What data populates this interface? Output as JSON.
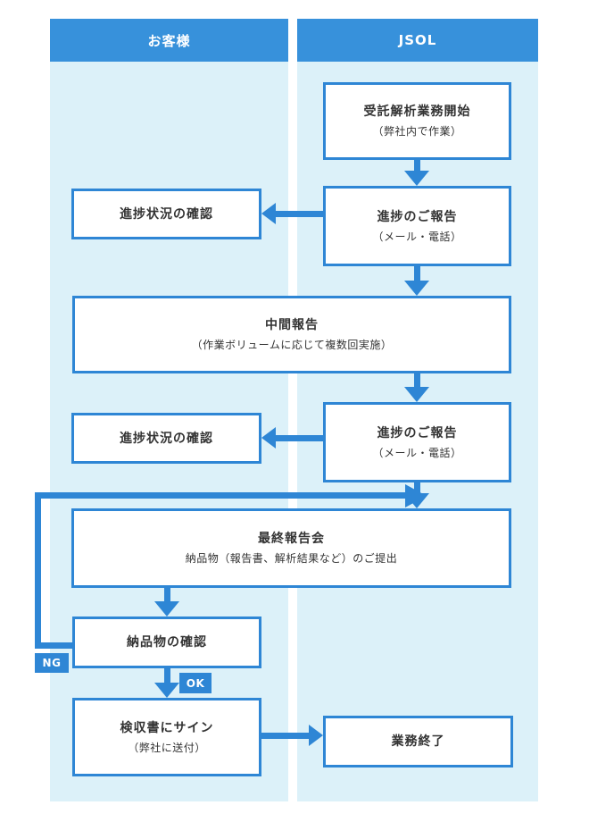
{
  "colors": {
    "header_bg": "#3791DB",
    "column_bg": "#DCF1F9",
    "accent": "#2E86D5",
    "box_bg": "#FFFFFF",
    "text": "#333333",
    "badge_text": "#FFFFFF"
  },
  "columns": {
    "customer": {
      "title": "お客様"
    },
    "jsol": {
      "title": "JSOL"
    }
  },
  "boxes": {
    "start": {
      "title": "受託解析業務開始",
      "subtitle": "（弊社内で作業）"
    },
    "progress_report_1": {
      "title": "進捗のご報告",
      "subtitle": "（メール・電話）"
    },
    "progress_check_1": {
      "title": "進捗状況の確認"
    },
    "interim_report": {
      "title": "中間報告",
      "subtitle": "（作業ボリュームに応じて複数回実施）"
    },
    "progress_report_2": {
      "title": "進捗のご報告",
      "subtitle": "（メール・電話）"
    },
    "progress_check_2": {
      "title": "進捗状況の確認"
    },
    "final_report": {
      "title": "最終報告会",
      "subtitle": "納品物（報告書、解析結果など）のご提出"
    },
    "deliverable_check": {
      "title": "納品物の確認"
    },
    "sign_acceptance": {
      "title": "検収書にサイン",
      "subtitle": "（弊社に送付）"
    },
    "end": {
      "title": "業務終了"
    }
  },
  "badges": {
    "ng": "NG",
    "ok": "OK"
  }
}
